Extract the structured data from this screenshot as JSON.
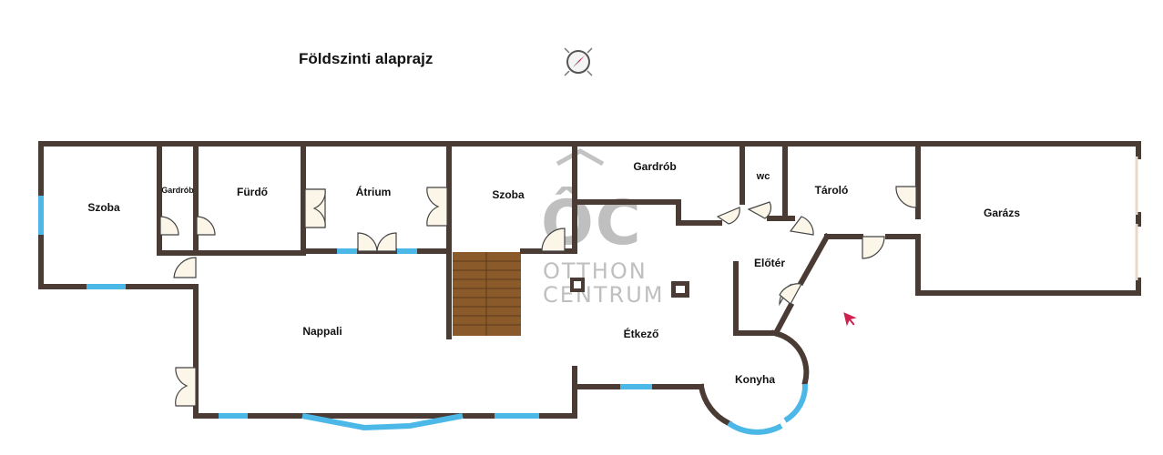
{
  "title": "Földszinti alaprajz",
  "watermark": {
    "monogram": "ÔC",
    "line1": "OTTHON",
    "line2": "CENTRUM"
  },
  "icons": {
    "compass": "compass-icon",
    "arrow": "pointer-arrow-icon"
  },
  "colors": {
    "wall": "#4a3b34",
    "window": "#4cb8e8",
    "stairs": "#8b5a2b",
    "accent_arrow": "#d0204f",
    "door_fill": "#fbf6e8"
  },
  "rooms": {
    "szoba_left": "Szoba",
    "gardrob_small": "Gardrób",
    "furdo": "Fürdő",
    "atrium": "Átrium",
    "szoba_mid": "Szoba",
    "gardrob": "Gardrób",
    "wc": "wc",
    "tarolo": "Tároló",
    "garazs": "Garázs",
    "eloter": "Előtér",
    "nappali": "Nappali",
    "etkezo": "Étkező",
    "konyha": "Konyha"
  }
}
